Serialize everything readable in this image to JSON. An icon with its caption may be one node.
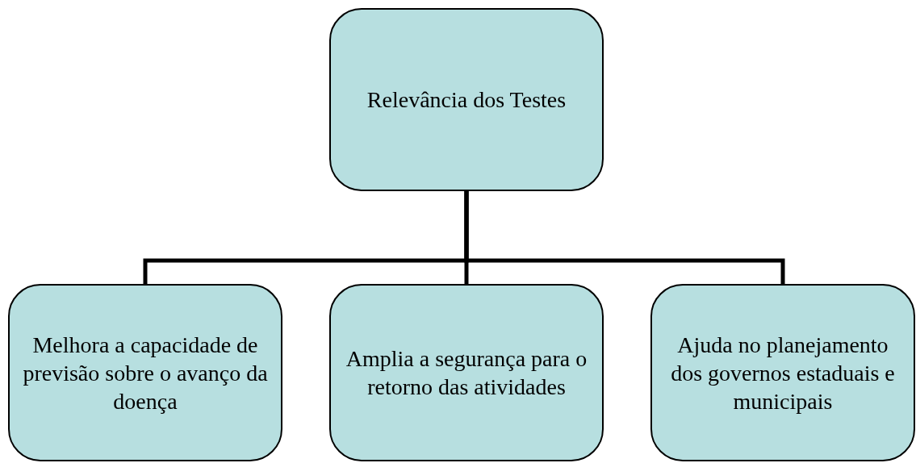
{
  "diagram": {
    "nodes": [
      {
        "text": [
          "Relevância dos Testes"
        ]
      },
      {
        "text": [
          "Melhora a capacidade de previsão sobre o avanço da doença"
        ]
      },
      {
        "text": [
          "Amplia a segurança para o retorno das atividades"
        ]
      },
      {
        "text": [
          "Ajuda no planejamento dos governos estaduais e municipais"
        ]
      }
    ],
    "edges": [
      {
        "from": 0,
        "to": 1,
        "arrow": "none"
      },
      {
        "from": 0,
        "to": 2,
        "arrow": "none"
      },
      {
        "from": 0,
        "to": 3,
        "arrow": "none"
      }
    ]
  }
}
